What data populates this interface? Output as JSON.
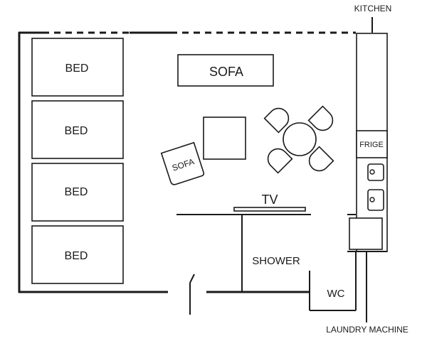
{
  "labels": {
    "kitchen": "KITCHEN",
    "bed_1": "BED",
    "bed_2": "BED",
    "bed_3": "BED",
    "bed_4": "BED",
    "sofa_main": "SOFA",
    "sofa_small": "SOFA",
    "frige": "FRIGE",
    "tv": "TV",
    "shower": "SHOWER",
    "wc": "WC",
    "laundry": "LAUNDRY MACHINE"
  },
  "colors": {
    "line": "#1a1a1a",
    "background": "#ffffff"
  }
}
